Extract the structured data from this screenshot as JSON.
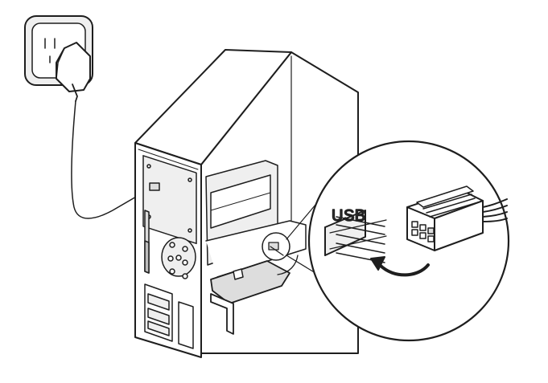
{
  "diagram": {
    "header_label": "USB",
    "colors": {
      "line": "#1e1e1e",
      "shade_light": "#efefef",
      "shade_mid": "#dddddd",
      "shade_dark": "#bdbdbd",
      "label": "#444444"
    },
    "parts": [
      "wall-socket",
      "power-adapter",
      "power-cable",
      "pc-tower",
      "pcie-card",
      "usb-header-pins",
      "usb-connector-plug",
      "direction-arrow",
      "magnifier-callout"
    ]
  }
}
